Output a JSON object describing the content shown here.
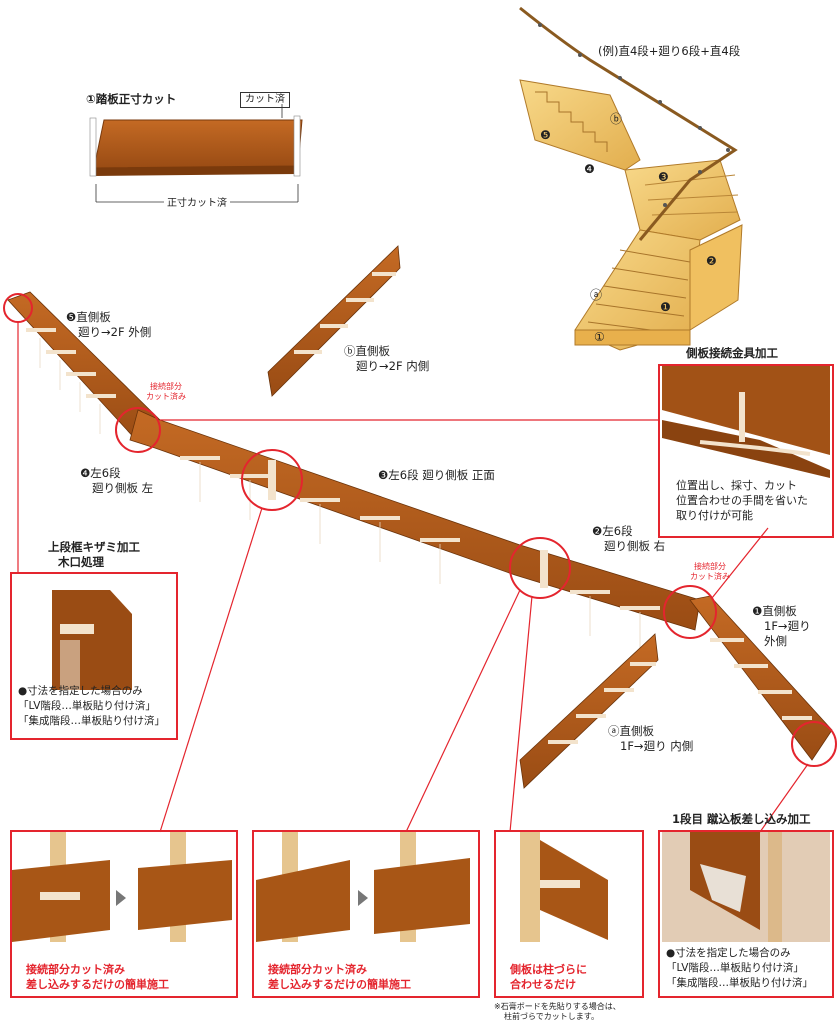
{
  "example_title": "(例)直4段+廻り6段+直4段",
  "tread": {
    "title": "①踏板正寸カット",
    "cut_tag": "カット済",
    "dim_label": "正寸カット済"
  },
  "boards": {
    "b5": {
      "line1": "❺直側板",
      "line2": "廻り→2F 外側"
    },
    "bb": {
      "line1": "ⓑ直側板",
      "line2": "廻り→2F 内側"
    },
    "b4": {
      "line1": "❹左6段",
      "line2": "廻り側板 左"
    },
    "b3": {
      "line1": "❸左6段 廻り側板 正面"
    },
    "b2": {
      "line1": "❷左6段",
      "line2": "廻り側板 右"
    },
    "b1": {
      "line1": "❶直側板",
      "line2": "1F→廻り",
      "line3": "外側"
    },
    "ba": {
      "line1": "ⓐ直側板",
      "line2": "1F→廻り 内側"
    }
  },
  "joint_note_1": {
    "line1": "接続部分",
    "line2": "カット済み"
  },
  "joint_note_2": {
    "line1": "接続部分",
    "line2": "カット済み"
  },
  "metal_panel": {
    "title": "側板接続金具加工",
    "text1": "位置出し、採寸、カット",
    "text2": "位置合わせの手間を省いた",
    "text3": "取り付けが可能"
  },
  "top_panel": {
    "title1": "上段框キザミ加工",
    "title2": "木口処理",
    "note1": "●寸法を指定した場合のみ",
    "note2": "「LV階段…単板貼り付け済」",
    "note3": "「集成階段…単板貼り付け済」"
  },
  "bottom_panel": {
    "title": "1段目 蹴込板差し込み加工",
    "note1": "●寸法を指定した場合のみ",
    "note2": "「LV階段…単板貼り付け済」",
    "note3": "「集成階段…単板貼り付け済」"
  },
  "photo1": {
    "cap1": "接続部分カット済み",
    "cap2": "差し込みするだけの簡単施工"
  },
  "photo2": {
    "cap1": "接続部分カット済み",
    "cap2": "差し込みするだけの簡単施工"
  },
  "photo3": {
    "cap1": "側板は柱づらに",
    "cap2": "合わせるだけ"
  },
  "footnote": {
    "line1": "※石膏ボードを先貼りする場合は、",
    "line2": "柱前づらでカットします。"
  },
  "stair_markers": [
    "❺",
    "ⓑ",
    "❹",
    "❸",
    "❷",
    "ⓐ",
    "❶",
    "①"
  ],
  "colors": {
    "red": "#e4252e",
    "wood": "#b05a1a",
    "wood_dark": "#8a4310",
    "box_bg": "#f6ece6",
    "stair": "#f2c86a"
  }
}
